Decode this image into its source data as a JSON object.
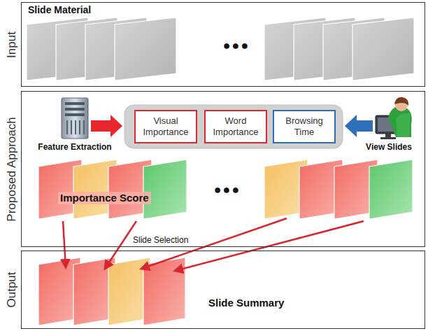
{
  "diagram": {
    "nodes": [
      {
        "text": [
          "Input",
          "Slide Material"
        ]
      },
      {
        "text": [
          "Proposed Approach"
        ]
      },
      {
        "text": [
          "Visual Importance"
        ],
        "in": 1
      },
      {
        "text": [
          "Word Importance"
        ],
        "in": 1
      },
      {
        "text": [
          "Browsing Time"
        ],
        "in": 1
      },
      {
        "text": [
          "Output",
          "Slide Summary"
        ]
      }
    ],
    "labels": [
      "●●●",
      "Feature Extraction",
      "View Slides",
      "Importance Score",
      "●●●",
      "Slide Selection"
    ]
  }
}
